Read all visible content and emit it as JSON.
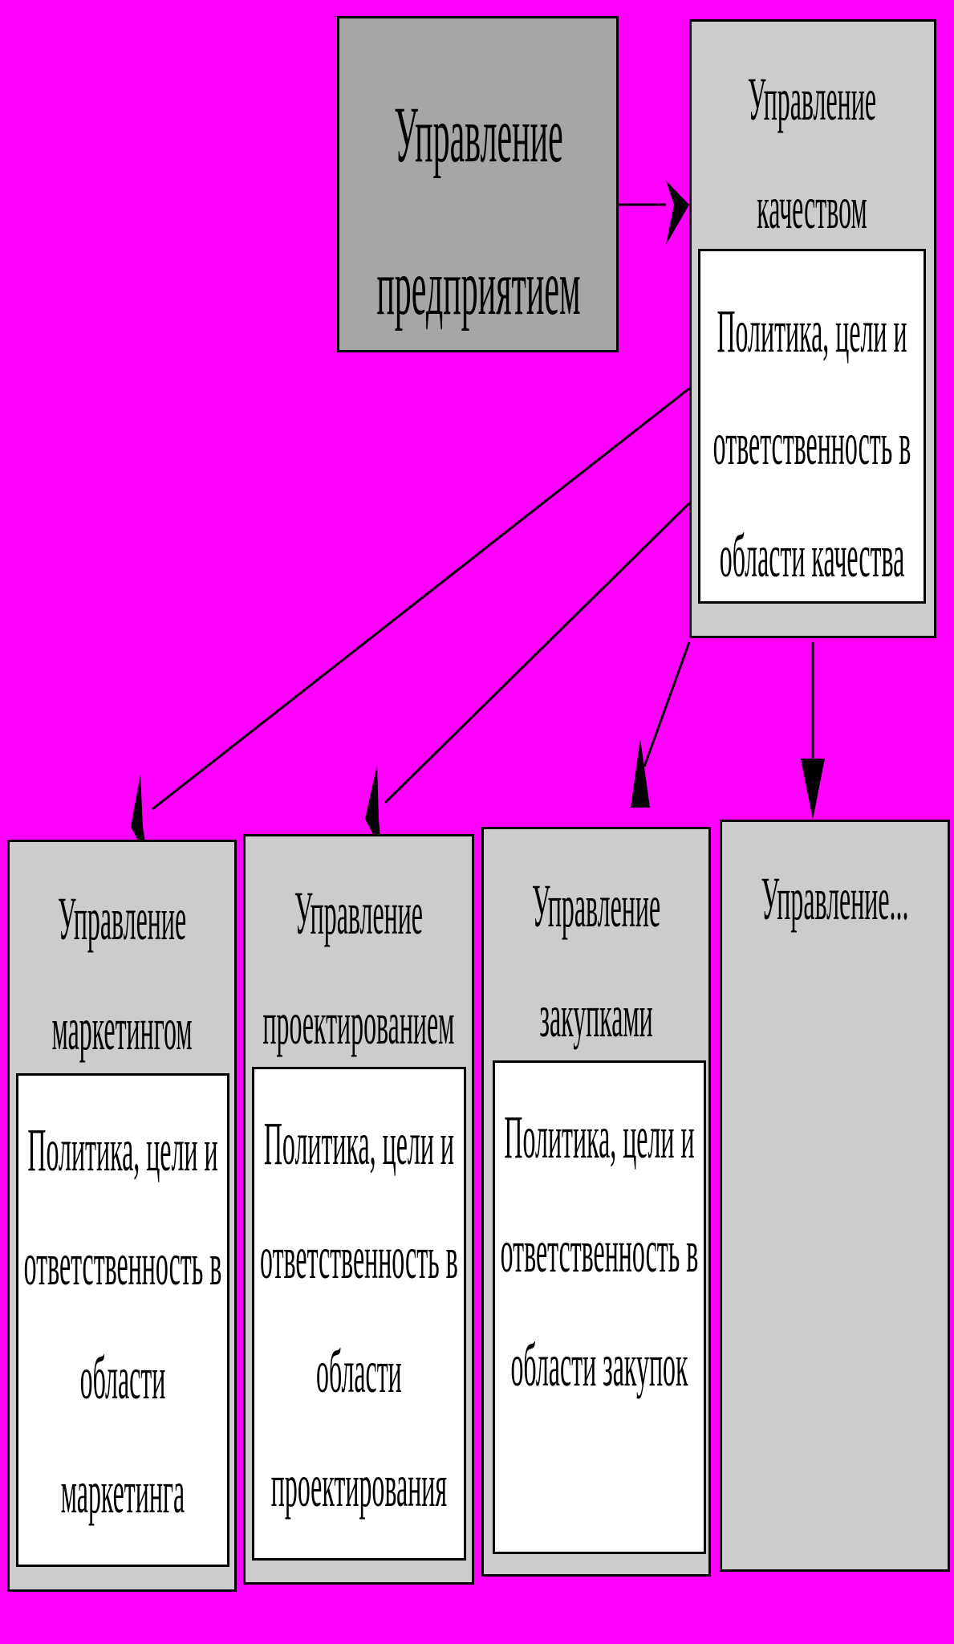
{
  "colors": {
    "background": "#ff00ff",
    "top_box": "#a6a6a6",
    "box": "#cccccc",
    "inner": "#ffffff"
  },
  "enterprise": {
    "lines": [
      "Управление",
      "предприятием"
    ]
  },
  "quality": {
    "title": [
      "Управление",
      "качеством"
    ],
    "inner": [
      "Политика, цели и",
      "ответственность в",
      "области качества"
    ]
  },
  "marketing": {
    "title": [
      "Управление",
      "маркетингом"
    ],
    "inner": [
      "Политика, цели и",
      "ответственность в",
      "области",
      "маркетинга"
    ]
  },
  "design": {
    "title": [
      "Управление",
      "проектированием"
    ],
    "inner": [
      "Политика, цели и",
      "ответственность в",
      "области",
      "проектирования"
    ]
  },
  "purchasing": {
    "title": [
      "Управление",
      "закупками"
    ],
    "inner": [
      "Политика, цели и",
      "ответственность в",
      "области закупок"
    ]
  },
  "other": {
    "title": [
      "Управление..."
    ]
  }
}
